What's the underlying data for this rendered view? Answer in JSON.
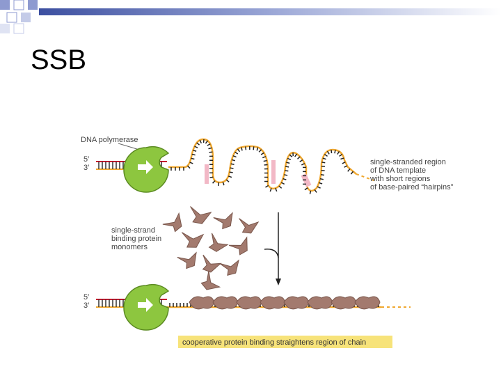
{
  "slide": {
    "title": "SSB"
  },
  "figure": {
    "dna_polymerase_label": "DNA polymerase",
    "five_prime_top": "5′",
    "three_prime_top": "3′",
    "five_prime_bottom": "5′",
    "three_prime_bottom": "3′",
    "ss_region_lines": [
      "single-stranded region",
      "of DNA template",
      "with short regions",
      "of base-paired “hairpins”"
    ],
    "ssb_lines": [
      "single-strand",
      "binding protein",
      "monomers"
    ],
    "caption": "cooperative protein binding straightens region of chain"
  },
  "colors": {
    "polymerase_green": "#8dc63f",
    "protein_brown": "#a37a6e",
    "dna_orange": "#f0a830",
    "hairpin_pink": "#f2b8c6",
    "primer_red": "#c8102e",
    "caption_bg": "#f7e37a",
    "decor_blue": "#5b6fb5"
  }
}
